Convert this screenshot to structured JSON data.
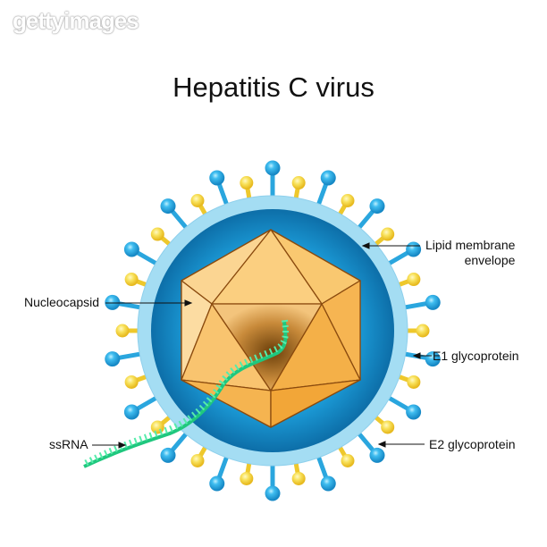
{
  "watermark": "gettyimages",
  "title": "Hepatitis C virus",
  "labels": {
    "lipid_membrane_line1": "Lipid membrane",
    "lipid_membrane_line2": "envelope",
    "nucleocapsid": "Nucleocapsid",
    "e1": "E1 glycoprotein",
    "e2": "E2 glycoprotein",
    "ssrna": "ssRNA"
  },
  "colors": {
    "membrane_outer": "#9fdcf2",
    "interior": "#1488c6",
    "capsid": "#f6ad3c",
    "e1_glycoprotein": "#f7dc4a",
    "e2_glycoprotein": "#35aee3",
    "rna": "#3de29a"
  }
}
